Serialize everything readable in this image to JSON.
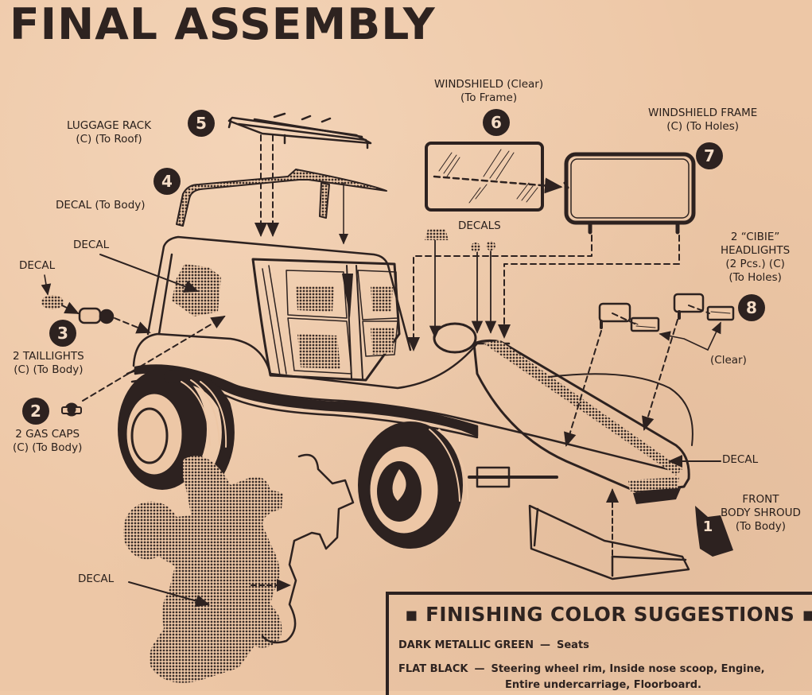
{
  "title": "FINAL ASSEMBLY",
  "steps": [
    {
      "number": "1",
      "label_lines": [
        "FRONT",
        "BODY SHROUD",
        "(To Body)"
      ]
    },
    {
      "number": "2",
      "label_lines": [
        "2 GAS CAPS",
        "(C) (To Body)"
      ]
    },
    {
      "number": "3",
      "label_lines": [
        "2 TAILLIGHTS",
        "(C) (To Body)"
      ]
    },
    {
      "number": "4",
      "label_lines": [
        "DECAL (To Body)"
      ]
    },
    {
      "number": "5",
      "label_lines": [
        "LUGGAGE RACK",
        "(C) (To Roof)"
      ]
    },
    {
      "number": "6",
      "label_lines": [
        "WINDSHIELD (Clear)",
        "(To Frame)"
      ]
    },
    {
      "number": "7",
      "label_lines": [
        "WINDSHIELD FRAME",
        "(C) (To Holes)"
      ]
    },
    {
      "number": "8",
      "label_lines": [
        "2 “CIBIE”",
        "HEADLIGHTS",
        "(2 Pcs.) (C)",
        "(To Holes)"
      ]
    }
  ],
  "callouts": {
    "decal_taillight": "DECAL",
    "decal_side": "DECAL",
    "decals_hood": "DECALS",
    "decal_nose": "DECAL",
    "decal_mickey": "DECAL",
    "clear": "(Clear)"
  },
  "finishing": {
    "title": "▪ FINISHING COLOR SUGGESTIONS ▪",
    "items": [
      {
        "color": "DARK METALLIC GREEN",
        "dash": "—",
        "parts": "Seats"
      },
      {
        "color": "FLAT BLACK",
        "dash": "—",
        "parts": "Steering wheel rim, Inside nose scoop, Engine,",
        "parts_continued": "Entire undercarriage, Floorboard."
      }
    ]
  },
  "colors": {
    "paper": "#edc7a6",
    "ink": "#2d2220"
  }
}
